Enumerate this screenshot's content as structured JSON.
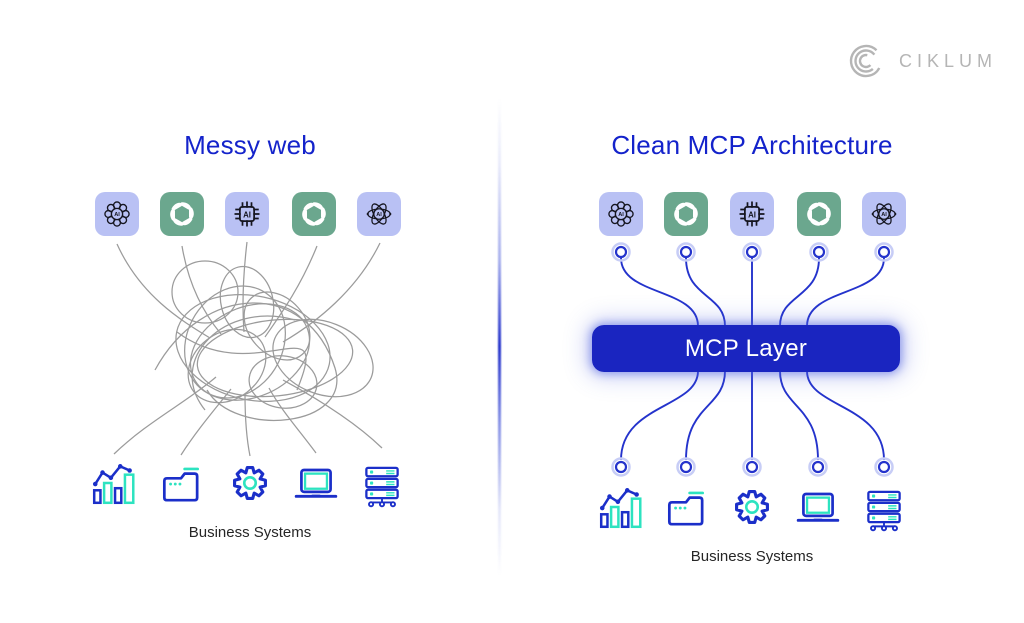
{
  "logo": {
    "text": "CIKLUM",
    "icon": "ciklum-arcs-icon",
    "color": "#b5b5b5"
  },
  "panels": {
    "left": {
      "title": "Messy web",
      "caption": "Business Systems"
    },
    "right": {
      "title": "Clean MCP Architecture",
      "mcp_label": "MCP Layer",
      "caption": "Business Systems"
    }
  },
  "ai_label": "AI",
  "ai_icons": [
    {
      "name": "brain-ai-icon",
      "bg": "#b9c1f4"
    },
    {
      "name": "openai-logo-icon",
      "bg": "#6ba78e"
    },
    {
      "name": "ai-chip-icon",
      "bg": "#b9c1f4"
    },
    {
      "name": "openai-logo-icon",
      "bg": "#6ba78e"
    },
    {
      "name": "ai-atom-icon",
      "bg": "#b9c1f4"
    }
  ],
  "business_icons": [
    {
      "name": "bar-chart-icon"
    },
    {
      "name": "folder-icon"
    },
    {
      "name": "gear-icon"
    },
    {
      "name": "laptop-icon"
    },
    {
      "name": "server-icon"
    }
  ],
  "colors": {
    "title_blue": "#1423cb",
    "connector_blue": "#2433cc",
    "icon_blue": "#1b2fc9",
    "teal": "#2de3c0",
    "periwinkle": "#b9c1f4",
    "green": "#6ba78e",
    "mcp_core": "#1a25c0",
    "scribble_gray": "#8a8a8a",
    "logo_gray": "#b5b5b5"
  }
}
